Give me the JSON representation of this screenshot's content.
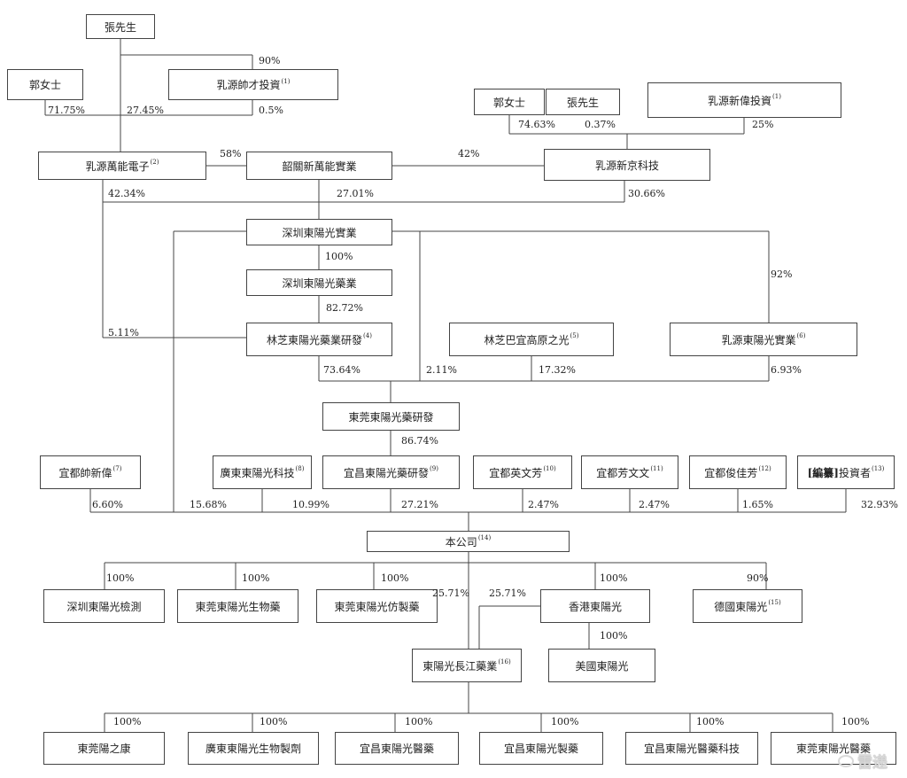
{
  "nodes": {
    "zhang_top": "張先生",
    "guo_top": "郭女士",
    "ruyuan_shuaicai": "乳源帥才投資",
    "ruyuan_shuaicai_note": "(1)",
    "guo_right": "郭女士",
    "zhang_right": "張先生",
    "ruyuan_xinwei": "乳源新偉投資",
    "ruyuan_xinwei_note": "(1)",
    "ruyuan_wanneng": "乳源萬能電子",
    "ruyuan_wanneng_note": "(2)",
    "shaoguan_xinwanneng": "韶關新萬能實業",
    "ruyuan_xinjing": "乳源新京科技",
    "shenzhen_shiye": "深圳東陽光實業",
    "shenzhen_yaoye": "深圳東陽光藥業",
    "linzhi_yanfa": "林芝東陽光藥業研發",
    "linzhi_yanfa_note": "(4)",
    "linzhi_bayi": "林芝巴宜高原之光",
    "linzhi_bayi_note": "(5)",
    "ruyuan_dyg_shiye": "乳源東陽光實業",
    "ruyuan_dyg_shiye_note": "(6)",
    "dongguan_yanfa": "東莞東陽光藥研發",
    "yidu_shuaixinwei": "宜都帥新偉",
    "yidu_shuaixinwei_note": "(7)",
    "guangdong_keji": "廣東東陽光科技",
    "guangdong_keji_note": "(8)",
    "yichang_yanfa": "宜昌東陽光藥研發",
    "yichang_yanfa_note": "(9)",
    "yidu_yingwenfang": "宜都英文芳",
    "yidu_yingwenfang_note": "(10)",
    "yidu_fangwenwen": "宜都芳文文",
    "yidu_fangwenwen_note": "(11)",
    "yidu_junjiafang": "宜都俊佳芳",
    "yidu_junjiafang_note": "(12)",
    "investors_redacted": "[編纂]",
    "investors_label": "投資者",
    "investors_note": "(13)",
    "company": "本公司",
    "company_note": "(14)",
    "shenzhen_jiance": "深圳東陽光檢測",
    "dongguan_shengwuyao": "東莞東陽光生物藥",
    "dongguan_fangzhiyao": "東莞東陽光仿製藥",
    "hongkong_dyg": "香港東陽光",
    "germany_dyg": "德國東陽光",
    "germany_dyg_note": "(15)",
    "dyg_changjiang": "東陽光長江藥業",
    "dyg_changjiang_note": "(16)",
    "usa_dyg": "美國東陽光",
    "dongguan_yangzhikang": "東莞陽之康",
    "guangdong_shengwuzhiji": "廣東東陽光生物製劑",
    "yichang_yiyao": "宜昌東陽光醫藥",
    "yichang_zhiyao": "宜昌東陽光製藥",
    "yichang_yiyao_keji": "宜昌東陽光醫藥科技",
    "dongguan_dongyiguang": "東莞東陽光醫藥"
  },
  "edges": {
    "zhang_to_shuaicai": "90%",
    "guo_to_wanneng": "71.75%",
    "zhang_to_wanneng": "27.45%",
    "shuaicai_to_wanneng": "0.5%",
    "guo_to_xinjing": "74.63%",
    "zhang_to_xinjing": "0.37%",
    "xinwei_to_xinjing": "25%",
    "wanneng_to_shaoguan": "58%",
    "xinjing_to_shaoguan": "42%",
    "wanneng_to_shenzhen": "42.34%",
    "shaoguan_to_shenzhen": "27.01%",
    "xinjing_to_shenzhen": "30.66%",
    "shenzhen_to_yaoye": "100%",
    "shenzhen_to_ruyuan_shiye": "92%",
    "yaoye_to_linzhi": "82.72%",
    "wanneng_to_linzhi": "5.11%",
    "linzhi_to_dongguan": "73.64%",
    "shenzhen_to_dongguan": "2.11%",
    "bayi_to_dongguan": "17.32%",
    "ruyuan_shiye_to_dongguan": "6.93%",
    "dongguan_to_yichang": "86.74%",
    "shuaixinwei_to_company": "6.60%",
    "shenzhen_to_company": "15.68%",
    "guangdong_keji_to_company": "10.99%",
    "yichang_yanfa_to_company": "27.21%",
    "yingwenfang_to_company": "2.47%",
    "fangwenwen_to_company": "2.47%",
    "junjiafang_to_company": "1.65%",
    "investors_to_company": "32.93%",
    "company_to_jiance": "100%",
    "company_to_shengwuyao": "100%",
    "company_to_fangzhiyao": "100%",
    "company_to_changjiang": "25.71%",
    "hongkong_to_changjiang": "25.71%",
    "company_to_hongkong": "100%",
    "company_to_germany": "90%",
    "hongkong_to_usa": "100%",
    "changjiang_to_yangzhikang": "100%",
    "changjiang_to_shengwuzhiji": "100%",
    "changjiang_to_yiyao": "100%",
    "changjiang_to_zhiyao": "100%",
    "changjiang_to_yiyao_keji": "100%",
    "changjiang_to_dongyiguang": "100%"
  },
  "watermark": {
    "text": "雷递"
  }
}
